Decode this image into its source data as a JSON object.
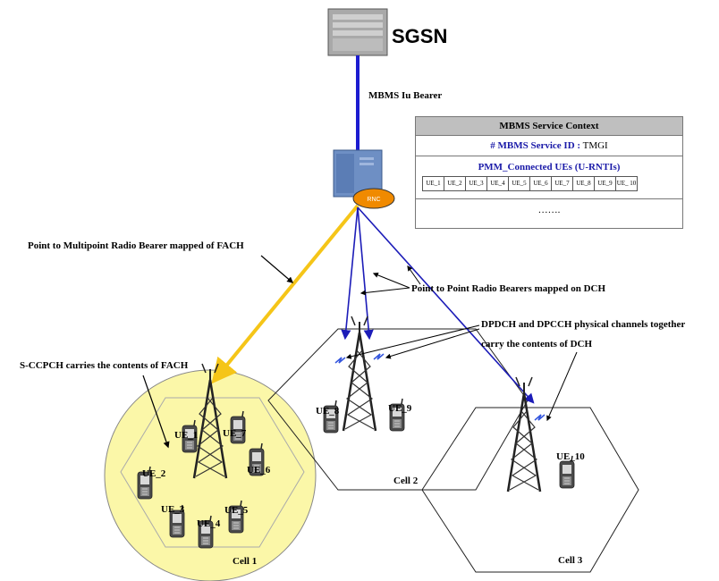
{
  "sgsn": {
    "label": "SGSN"
  },
  "rnc": {
    "label": "RNC"
  },
  "iu_bearer": {
    "label": "MBMS Iu Bearer"
  },
  "service_context": {
    "title": "MBMS Service Context",
    "service_id_key": "# MBMS Service ID :",
    "service_id_value": " TMGI",
    "pmm_title": "PMM_Connected UEs (U-RNTIs)",
    "ues": [
      "UE_1",
      "UE_2",
      "UE_3",
      "UE_4",
      "UE_5",
      "UE_6",
      "UE_7",
      "UE_8",
      "UE_9",
      "UE_ 10"
    ],
    "ellipsis": "……."
  },
  "annotations": {
    "p2m": "Point to Multipoint Radio Bearer mapped of FACH",
    "p2p": "Point to Point Radio Bearers mapped on DCH",
    "dpdch_1": "DPDCH and DPCCH physical channels together",
    "dpdch_2": "carry the contents of DCH",
    "sccpch": "S-CCPCH carries the contents of FACH"
  },
  "cells": {
    "cell1": "Cell 1",
    "cell2": "Cell 2",
    "cell3": "Cell 3"
  },
  "ue_labels": {
    "ue1": "UE_1",
    "ue2": "UE_2",
    "ue3": "UE_3",
    "ue4": "UE_4",
    "ue5": "UE_5",
    "ue6": "UE_6",
    "ue7": "UE_7",
    "ue8": "UE_8",
    "ue9": "UE_9",
    "ue10": "UE_10"
  },
  "colors": {
    "fach": "#f5c518",
    "dch": "#1c1cb8",
    "cell1_fill": "#fbf7a8",
    "iu_bearer": "#1c1cd0",
    "rnc_badge": "#f08a00"
  }
}
